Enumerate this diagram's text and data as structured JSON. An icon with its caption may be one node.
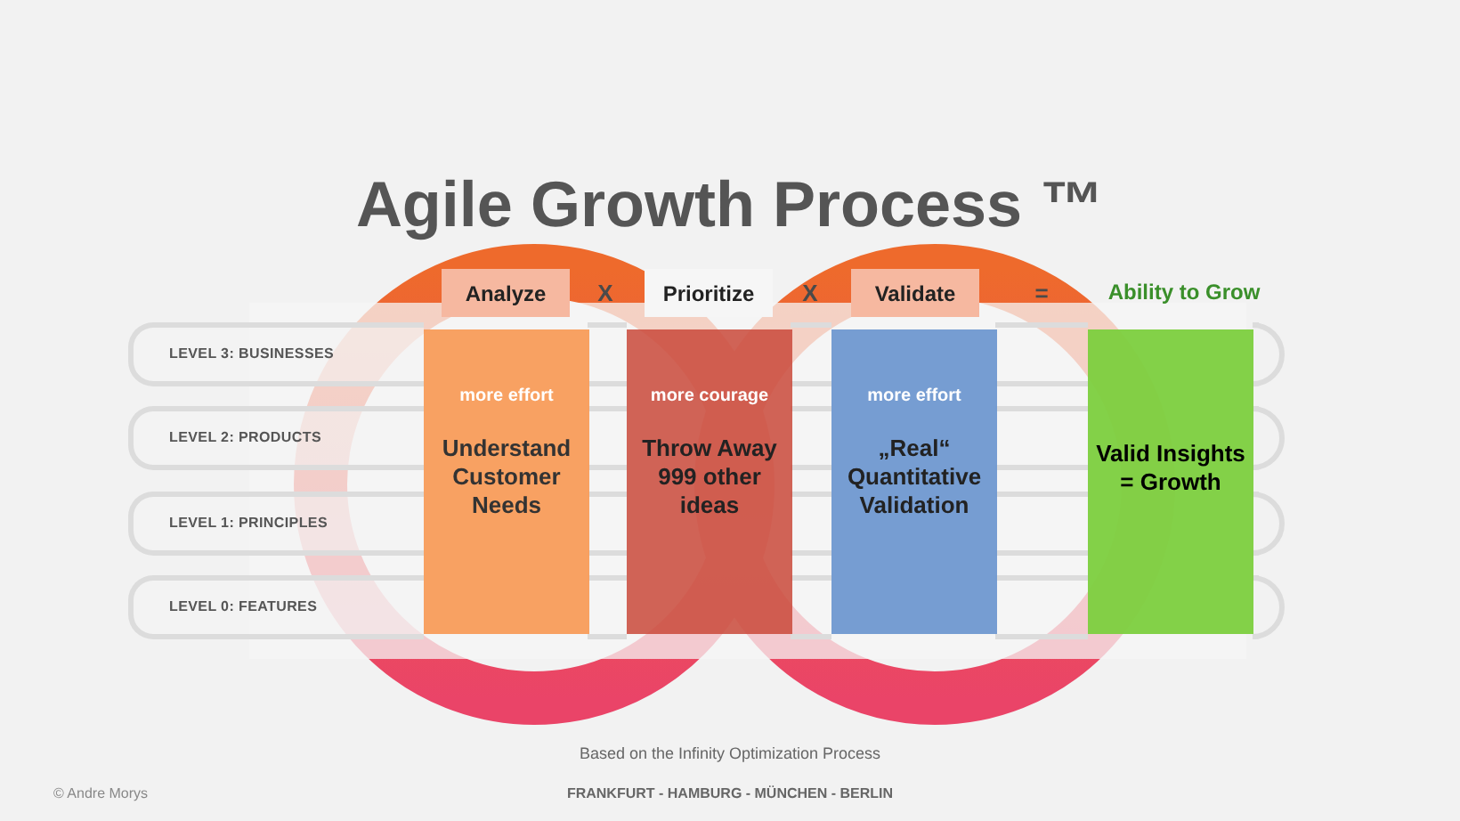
{
  "diagram": {
    "title": "Agile Growth Process ™",
    "caption": "Based on the Infinity Optimization Process",
    "nodes": [
      {
        "text": [
          "LEVEL 3: BUSINESSES"
        ]
      },
      {
        "text": [
          "LEVEL 2: PRODUCTS"
        ]
      },
      {
        "text": [
          "LEVEL 1: PRINCIPLES"
        ]
      },
      {
        "text": [
          "LEVEL 0: FEATURES"
        ]
      },
      {
        "text": [
          "Analyze"
        ]
      },
      {
        "text": [
          "Prioritize"
        ]
      },
      {
        "text": [
          "Validate"
        ]
      },
      {
        "text": [
          "more effort",
          "Understand Customer Needs"
        ]
      },
      {
        "text": [
          "more courage",
          "Throw Away 999 other ideas"
        ]
      },
      {
        "text": [
          "more effort",
          "„Real“ Quantitative Validation"
        ]
      },
      {
        "text": [
          "Valid Insights = Growth"
        ]
      }
    ],
    "labels": [
      "X",
      "X",
      "=",
      "Ability to Grow",
      "© Andre Morys",
      "FRANKFURT - HAMBURG - MÜNCHEN - BERLIN"
    ]
  }
}
